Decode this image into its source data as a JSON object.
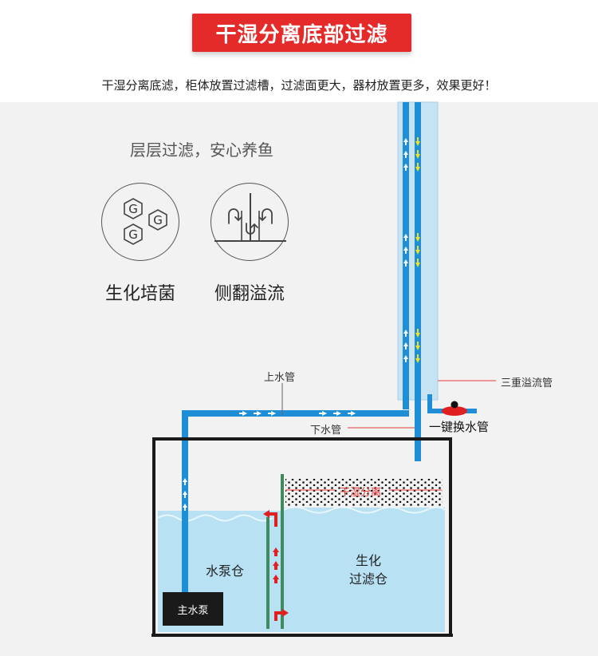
{
  "header": {
    "title": "干湿分离底部过滤",
    "subtitle": "干湿分离底滤，柜体放置过滤槽，过滤面更大，器材放置更多，效果更好！"
  },
  "features": {
    "heading": "层层过滤，安心养鱼",
    "items": [
      {
        "label": "生化培菌",
        "icon": "hexagon-g-icon",
        "glyph": "G"
      },
      {
        "label": "侧翻溢流",
        "icon": "side-overflow-icon"
      }
    ]
  },
  "diagram": {
    "labels": {
      "upper_pipe": "上水管",
      "lower_pipe": "下水管",
      "overflow_pipe": "三重溢流管",
      "water_change_pipe": "一键换水管",
      "dry_wet_separation": "干湿分离",
      "pump_chamber": "水泵仓",
      "bio_filter_line1": "生化",
      "bio_filter_line2": "过滤仓",
      "main_pump": "主水泵"
    },
    "colors": {
      "pipe_blue": "#1e8fd6",
      "water": "#b8e1f4",
      "tank_border": "#1a1a1a",
      "divider_green": "#3e8a5c",
      "arrow_white": "#ffffff",
      "arrow_yellow": "#f2e21e",
      "arrow_red": "#e02020",
      "leader_red": "#e53b3b",
      "banner_red": "#e52a2a"
    }
  }
}
